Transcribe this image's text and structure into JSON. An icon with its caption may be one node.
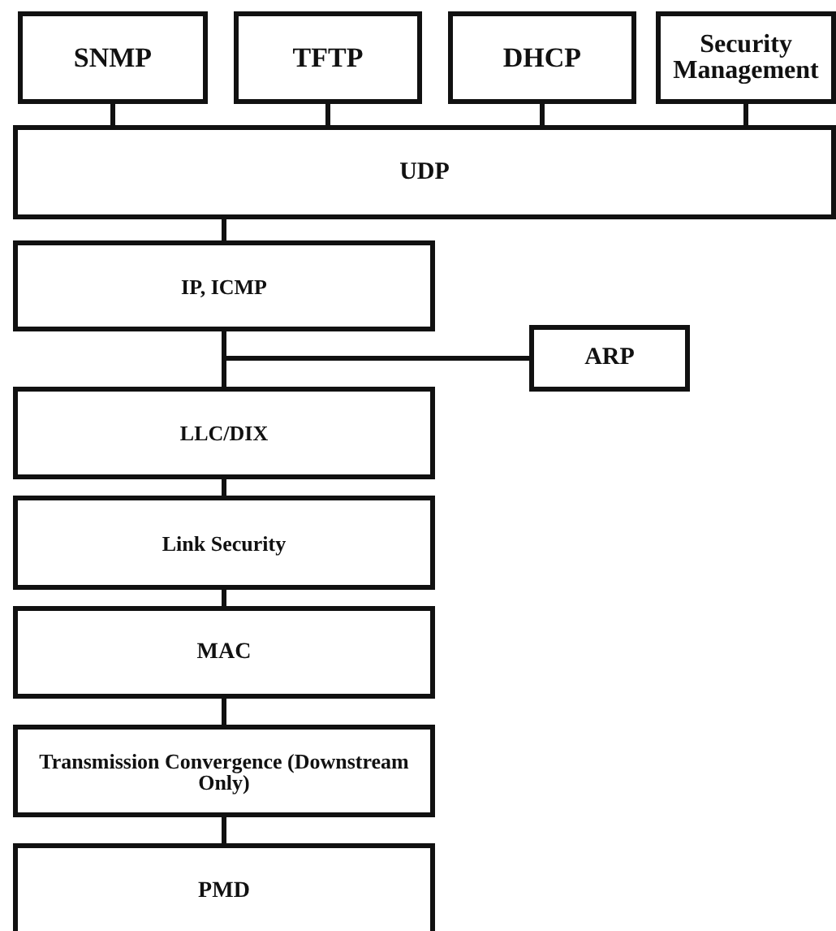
{
  "diagram": {
    "nodes": [
      {
        "text": [
          "SNMP"
        ]
      },
      {
        "text": [
          "TFTP"
        ]
      },
      {
        "text": [
          "DHCP"
        ]
      },
      {
        "text": [
          "Security Management"
        ]
      },
      {
        "text": [
          "UDP"
        ]
      },
      {
        "text": [
          "IP, ICMP"
        ]
      },
      {
        "text": [
          "ARP"
        ]
      },
      {
        "text": [
          "LLC/DIX"
        ]
      },
      {
        "text": [
          "Link Security"
        ]
      },
      {
        "text": [
          "MAC"
        ]
      },
      {
        "text": [
          "Transmission Convergence (Downstream Only)"
        ]
      },
      {
        "text": [
          "PMD"
        ]
      }
    ],
    "edges": [
      {
        "from": 0,
        "to": 4,
        "arrow": "none"
      },
      {
        "from": 1,
        "to": 4,
        "arrow": "none"
      },
      {
        "from": 2,
        "to": 4,
        "arrow": "none"
      },
      {
        "from": 3,
        "to": 4,
        "arrow": "none"
      },
      {
        "from": 4,
        "to": 5,
        "arrow": "none"
      },
      {
        "from": 5,
        "to": 7,
        "arrow": "none"
      },
      {
        "from": 5,
        "to": 6,
        "arrow": "none"
      },
      {
        "from": 7,
        "to": 8,
        "arrow": "none"
      },
      {
        "from": 8,
        "to": 9,
        "arrow": "none"
      },
      {
        "from": 9,
        "to": 10,
        "arrow": "none"
      },
      {
        "from": 10,
        "to": 11,
        "arrow": "none"
      }
    ]
  }
}
